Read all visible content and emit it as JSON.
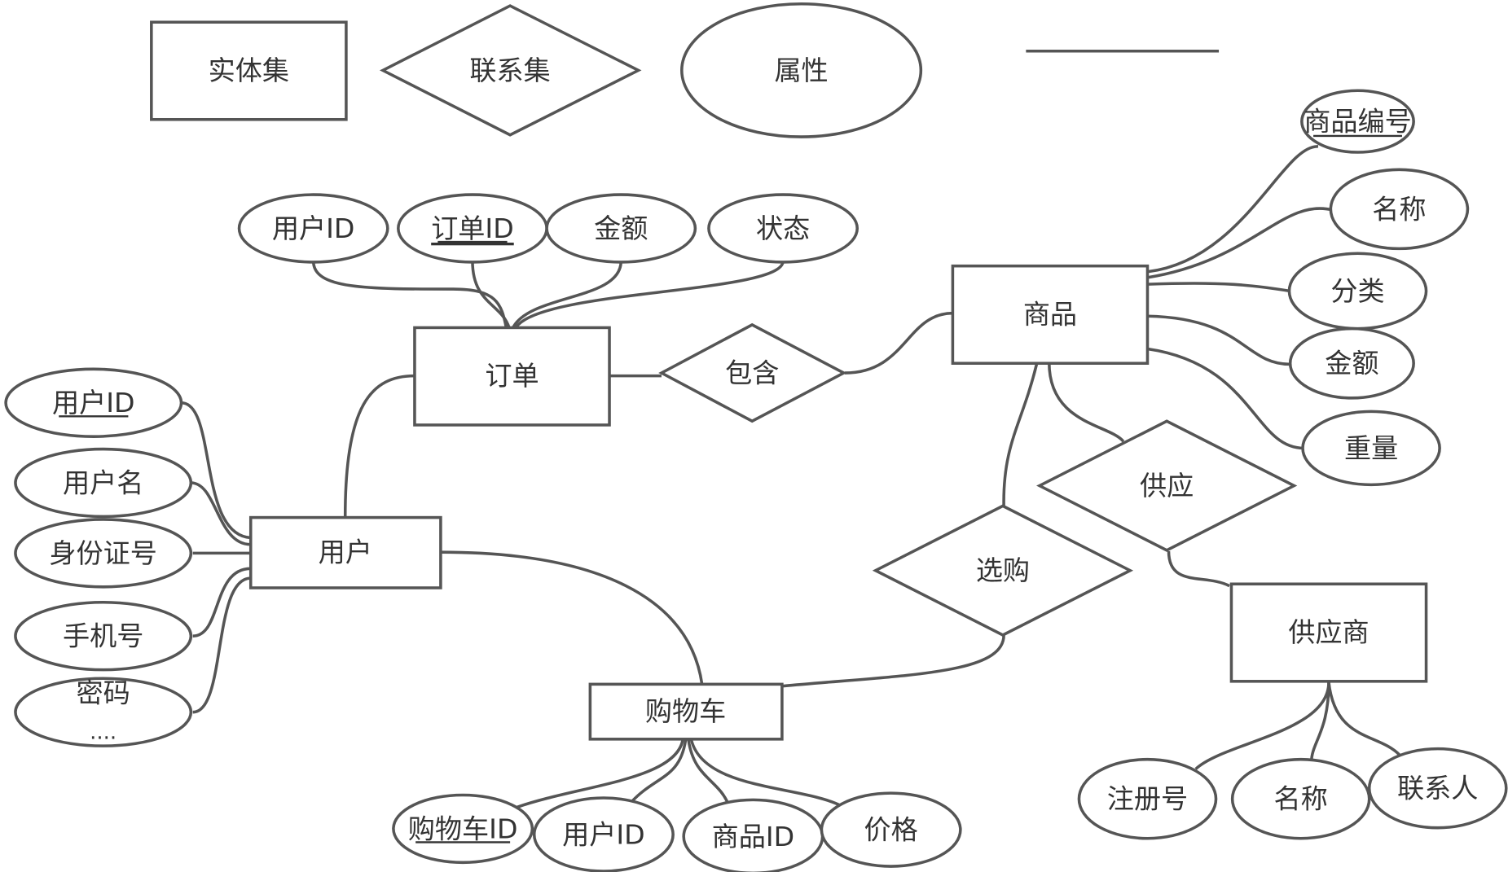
{
  "legend": {
    "entity": "实体集",
    "relationship": "联系集",
    "attribute": "属性"
  },
  "entities": {
    "order": "订单",
    "product": "商品",
    "user": "用户",
    "cart": "购物车",
    "supplier": "供应商"
  },
  "relationships": {
    "contains": "包含",
    "supply": "供应",
    "select": "选购"
  },
  "attributes": {
    "order": {
      "user_id": "用户ID",
      "order_id": "订单ID",
      "amount": "金额",
      "status": "状态"
    },
    "product": {
      "product_no": "商品编号",
      "name": "名称",
      "category": "分类",
      "amount": "金额",
      "weight": "重量"
    },
    "user": {
      "user_id": "用户ID",
      "username": "用户名",
      "id_number": "身份证号",
      "phone": "手机号",
      "password": "密码",
      "more": "...."
    },
    "cart": {
      "cart_id": "购物车ID",
      "user_id": "用户ID",
      "product_id": "商品ID",
      "price": "价格"
    },
    "supplier": {
      "reg_no": "注册号",
      "name": "名称",
      "contact": "联系人"
    }
  }
}
